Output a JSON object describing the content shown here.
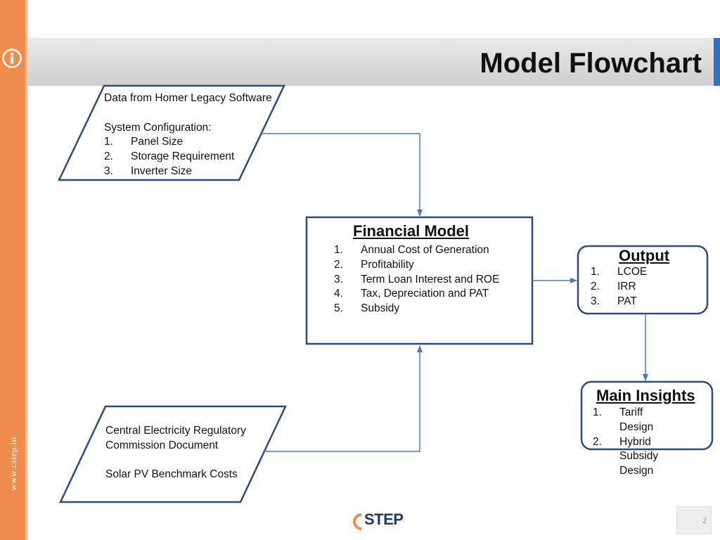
{
  "header": {
    "title": "Model Flowchart"
  },
  "sidebar": {
    "url": "www.cstep.in",
    "info_icon": "info-icon"
  },
  "footer": {
    "logo_text": "STEP",
    "logo_c": "c",
    "page_number": "2"
  },
  "nodes": {
    "homer_input": {
      "line1": "Data from Homer Legacy Software",
      "line2": "System Configuration:",
      "items": [
        "Panel Size",
        "Storage Requirement",
        "Inverter Size"
      ]
    },
    "financial_model": {
      "title": "Financial Model",
      "items": [
        "Annual Cost of Generation",
        "Profitability",
        "Term Loan Interest and ROE",
        "Tax, Depreciation and PAT",
        "Subsidy"
      ]
    },
    "output": {
      "title": "Output",
      "items": [
        "LCOE",
        "IRR",
        "PAT"
      ]
    },
    "main_insights": {
      "title": "Main Insights",
      "items": [
        "Tariff Design",
        "Hybrid Subsidy Design"
      ]
    },
    "cerc_input": {
      "line1": "Central Electricity Regulatory Commission Document",
      "line2": "Solar PV Benchmark Costs"
    }
  },
  "colors": {
    "sidebar": "#f08c4e",
    "accent": "#2f6fc4",
    "node_border": "#2e4a7a",
    "arrow": "#4a7ab8"
  }
}
